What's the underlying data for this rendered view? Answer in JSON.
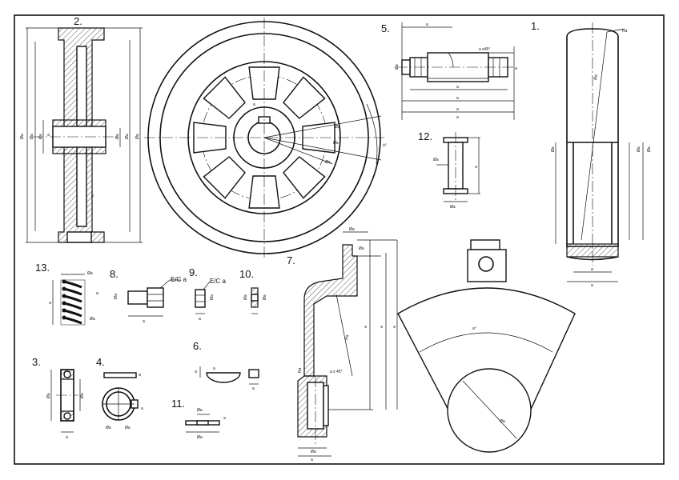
{
  "part_numbers": [
    "1.",
    "2.",
    "3.",
    "4.",
    "5.",
    "6.",
    "7.",
    "8.",
    "9.",
    "10.",
    "11.",
    "12.",
    "13."
  ],
  "annotations": {
    "chamfer_8": "E/C a",
    "chamfer_9": "E/C a",
    "chamfer_5": "a x45°",
    "chamfer_7": "a x 45°",
    "dim_dia": "Øa",
    "dim_a": "a",
    "dim_angle": "a°",
    "dim_r": "Ra",
    "dim_m": "Ma"
  },
  "colors": {
    "line": "#111111",
    "paper": "#ffffff"
  }
}
